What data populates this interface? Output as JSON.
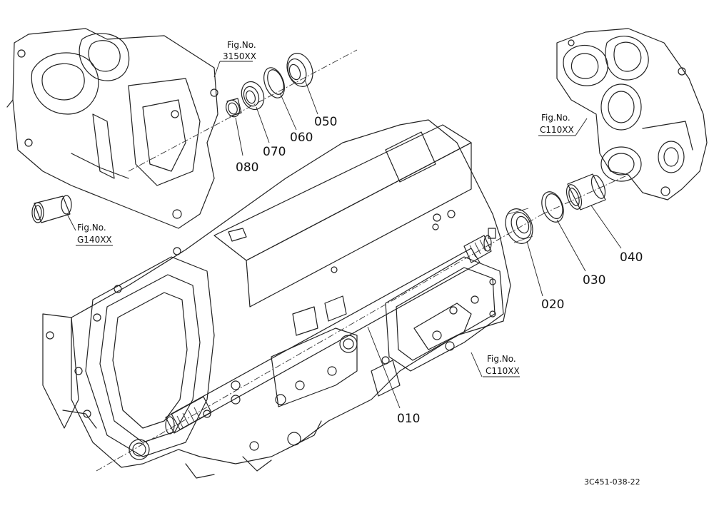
{
  "parts": {
    "p010": "010",
    "p020": "020",
    "p030": "030",
    "p040": "040",
    "p050": "050",
    "p060": "060",
    "p070": "070",
    "p080": "080"
  },
  "figrefs": {
    "top_left": {
      "label": "Fig.No.",
      "code": "3150XX"
    },
    "top_right": {
      "label": "Fig.No.",
      "code": "C110XX"
    },
    "left": {
      "label": "Fig.No.",
      "code": "G140XX"
    },
    "mid_right": {
      "label": "Fig.No.",
      "code": "C110XX"
    }
  },
  "drawing_code": "3C451-038-22"
}
